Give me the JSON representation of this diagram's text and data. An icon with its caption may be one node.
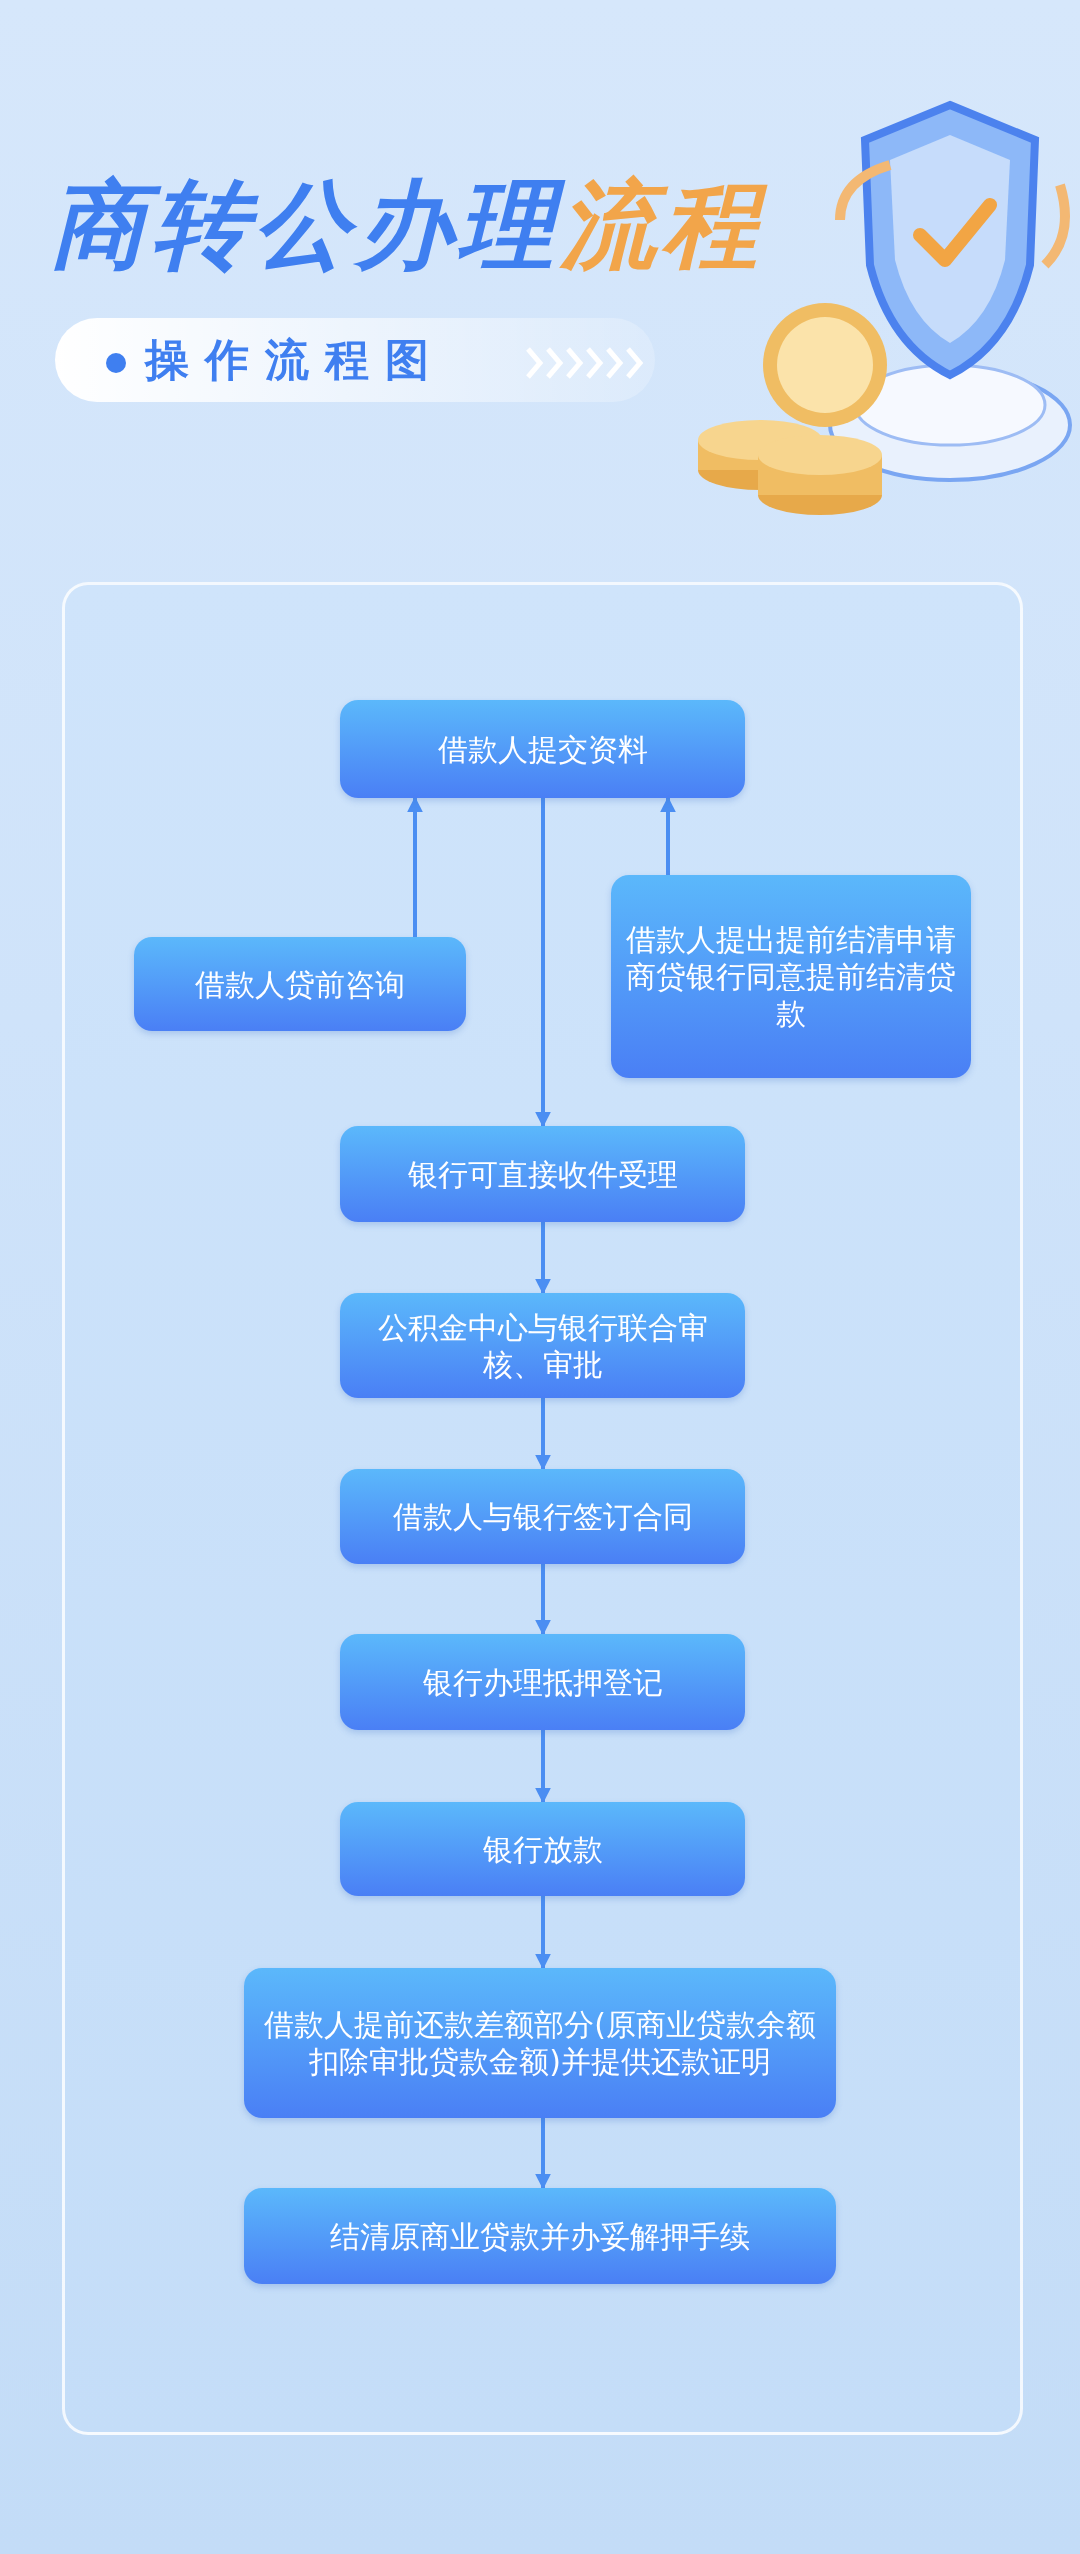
{
  "diagram": {
    "title": "商转公办理**流程**",
    "nodes": [
      {
        "text": [
          "操作流程图"
        ]
      },
      {
        "text": [
          "借款人提交资料"
        ]
      },
      {
        "text": [
          "借款人贷前咨询"
        ]
      },
      {
        "text": [
          "借款人提出提前结清申请",
          "商贷银行同意提前结清贷款"
        ]
      },
      {
        "text": [
          "银行可直接收件受理"
        ]
      },
      {
        "text": [
          "公积金中心与银行联合审核、审批"
        ]
      },
      {
        "text": [
          "借款人与银行签订合同"
        ]
      },
      {
        "text": [
          "银行办理抵押登记"
        ]
      },
      {
        "text": [
          "银行放款"
        ]
      },
      {
        "text": [
          "借款人提前还款差额部分(原商业贷款余额扣除审批贷款金额)并提供还款证明"
        ]
      },
      {
        "text": [
          "结清原商业贷款并办妥解押手续"
        ]
      }
    ],
    "edges": [
      {
        "from": 2,
        "to": 1,
        "arrow": "to"
      },
      {
        "from": 3,
        "to": 1,
        "arrow": "to"
      },
      {
        "from": 1,
        "to": 4,
        "arrow": "to"
      },
      {
        "from": 4,
        "to": 5,
        "arrow": "to"
      },
      {
        "from": 5,
        "to": 6,
        "arrow": "to"
      },
      {
        "from": 6,
        "to": 7,
        "arrow": "to"
      },
      {
        "from": 7,
        "to": 8,
        "arrow": "to"
      },
      {
        "from": 8,
        "to": 9,
        "arrow": "to"
      },
      {
        "from": 9,
        "to": 10,
        "arrow": "to"
      }
    ]
  }
}
